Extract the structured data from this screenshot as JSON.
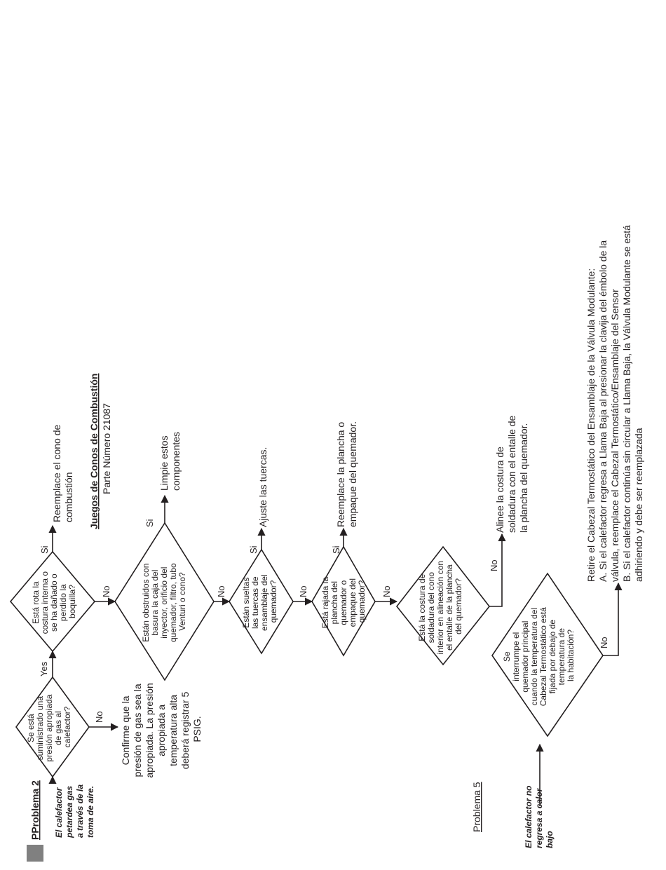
{
  "colors": {
    "ink": "#231f20",
    "tab_marker": "#808080"
  },
  "problem2": {
    "heading": "PProblema 2",
    "symptom": [
      "El calefactor",
      "petardea gas",
      "a través de la",
      "toma de aire."
    ],
    "q1": [
      "Se está",
      "suministrado una",
      "presión apropiada",
      "de gas al",
      "calefactor?"
    ],
    "q1_no": "No",
    "q1_yes": "Yes",
    "a1": [
      "Confirme que la",
      "presión de gas sea la",
      "apropiada. La presión",
      "apropiada a",
      "temperatura alta",
      "deberá registrar 5",
      "PSIG."
    ],
    "q2": [
      "Está rota la",
      "costura interna o",
      "se ha dañado o",
      "perdido la",
      "boquilla?"
    ],
    "q2_yes": "Si",
    "q2_no": "No",
    "a2": [
      "Reemplace el cono de",
      "combustión"
    ],
    "kit_title": "Juegos de Conos de Combustión",
    "kit_part": "Parte Número 21087",
    "q3": [
      "Están obstruidos con",
      "basura la caja del",
      "inyector, orificio del",
      "quemador, filtro, tubo",
      "Venturi o cono?"
    ],
    "q3_yes": "Si",
    "q3_no": "No",
    "a3": [
      "Limpie estos",
      "componentes"
    ],
    "q4": [
      "Están sueltas",
      "las tuercas de",
      "ensamblaje del",
      "quemador?"
    ],
    "q4_yes": "Si",
    "q4_no": "No",
    "a4": "Ajuste las tuercas.",
    "q5": [
      "Está rajada la",
      "plancha del",
      "quemador o",
      "empaque del",
      "quemador?"
    ],
    "q5_yes": "Si",
    "q5_no": "No",
    "a5": [
      "Reemplace la plancha o",
      "empaque del quemador."
    ],
    "q6": [
      "Está la costura de",
      "soldadura del cono",
      "interior en alineación con",
      "el entalle de la plancha",
      "del quemador?"
    ],
    "q6_no": "No",
    "a6": [
      "Alinee la costura de",
      "soldadura con el entalle de",
      "la plancha del quemador."
    ]
  },
  "problem5": {
    "heading": "Problema 5",
    "symptom": [
      "El calefactor no",
      "regresa a calor",
      "bajo"
    ],
    "q1": [
      "Se",
      "interrumpe el",
      "quemador principal",
      "cuando la temperatura del",
      "Cabezal Termostático está",
      "fijada por debajo de",
      "temperatura de",
      "la habitación?"
    ],
    "q1_no": "No",
    "a1": [
      "Retire el Cabezal Termostático del Ensamblaje de la Válvula Modulante:",
      "A.  Si el calefactor regresa a Llama Baja al presionar la clavija del émbolo de la",
      "      válvula, reemplace el Cabezal Termostático/Ensamblaje del Sensor",
      "B.  Si el calefactor continúa sin circular a Llama Baja, la Válvula Modulante se está",
      "      adhiriendo y debe ser reemplazada"
    ]
  }
}
